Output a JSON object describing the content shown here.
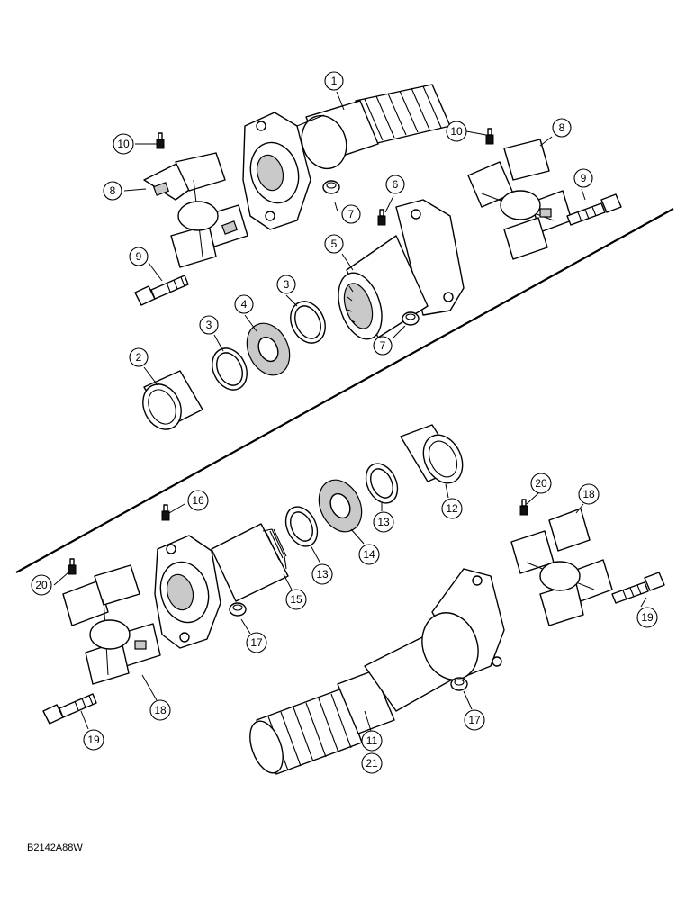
{
  "figure_code": "B2142A88W",
  "callouts": [
    {
      "id": "c1",
      "label": "1"
    },
    {
      "id": "c10a",
      "label": "10"
    },
    {
      "id": "c8a",
      "label": "8"
    },
    {
      "id": "c9a",
      "label": "9"
    },
    {
      "id": "c7a",
      "label": "7"
    },
    {
      "id": "c10b",
      "label": "10"
    },
    {
      "id": "c8b",
      "label": "8"
    },
    {
      "id": "c9b",
      "label": "9"
    },
    {
      "id": "c6",
      "label": "6"
    },
    {
      "id": "c5",
      "label": "5"
    },
    {
      "id": "c4",
      "label": "4"
    },
    {
      "id": "c3a",
      "label": "3"
    },
    {
      "id": "c3b",
      "label": "3"
    },
    {
      "id": "c2",
      "label": "2"
    },
    {
      "id": "c7b",
      "label": "7"
    },
    {
      "id": "c16",
      "label": "16"
    },
    {
      "id": "c20a",
      "label": "20"
    },
    {
      "id": "c15",
      "label": "15"
    },
    {
      "id": "c17a",
      "label": "17"
    },
    {
      "id": "c18a",
      "label": "18"
    },
    {
      "id": "c19a",
      "label": "19"
    },
    {
      "id": "c13a",
      "label": "13"
    },
    {
      "id": "c14",
      "label": "14"
    },
    {
      "id": "c13b",
      "label": "13"
    },
    {
      "id": "c12",
      "label": "12"
    },
    {
      "id": "c20b",
      "label": "20"
    },
    {
      "id": "c18b",
      "label": "18"
    },
    {
      "id": "c19b",
      "label": "19"
    },
    {
      "id": "c17b",
      "label": "17"
    },
    {
      "id": "c11",
      "label": "11"
    },
    {
      "id": "c21",
      "label": "21"
    }
  ]
}
